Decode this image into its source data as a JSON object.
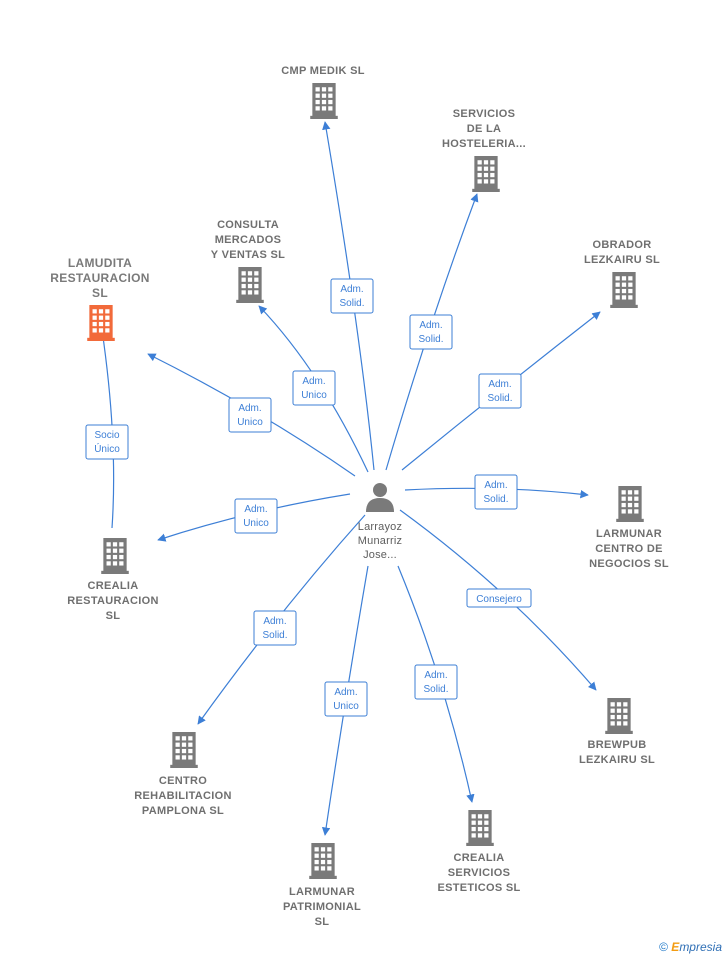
{
  "center": {
    "label_lines": [
      "Larrayoz",
      "Munarriz",
      "Jose..."
    ]
  },
  "companies": [
    {
      "id": "cmp",
      "label_lines": [
        "CMP MEDIK  SL"
      ]
    },
    {
      "id": "servicios",
      "label_lines": [
        "SERVICIOS",
        "DE LA",
        "HOSTELERIA..."
      ]
    },
    {
      "id": "consulta",
      "label_lines": [
        "CONSULTA",
        "MERCADOS",
        "Y VENTAS  SL"
      ]
    },
    {
      "id": "lamudita",
      "label_lines": [
        "LAMUDITA",
        "RESTAURACION",
        "SL"
      ],
      "highlight": true
    },
    {
      "id": "obrador",
      "label_lines": [
        "OBRADOR",
        "LEZKAIRU  SL"
      ]
    },
    {
      "id": "larmunar_cn",
      "label_lines": [
        "LARMUNAR",
        "CENTRO DE",
        "NEGOCIOS  SL"
      ]
    },
    {
      "id": "crealia_r",
      "label_lines": [
        "CREALIA",
        "RESTAURACION",
        "SL"
      ]
    },
    {
      "id": "brewpub",
      "label_lines": [
        "BREWPUB",
        "LEZKAIRU  SL"
      ]
    },
    {
      "id": "centro",
      "label_lines": [
        "CENTRO",
        "REHABILITACION",
        "PAMPLONA  SL"
      ]
    },
    {
      "id": "crealia_s",
      "label_lines": [
        "CREALIA",
        "SERVICIOS",
        "ESTETICOS  SL"
      ]
    },
    {
      "id": "larmunar_p",
      "label_lines": [
        "LARMUNAR",
        "PATRIMONIAL",
        "SL"
      ]
    }
  ],
  "edges": [
    {
      "id": "e-cmp",
      "label_lines": [
        "Adm.",
        "Solid."
      ]
    },
    {
      "id": "e-servicios",
      "label_lines": [
        "Adm.",
        "Solid."
      ]
    },
    {
      "id": "e-consulta",
      "label_lines": [
        "Adm.",
        "Unico"
      ]
    },
    {
      "id": "e-lamudita",
      "label_lines": [
        "Adm.",
        "Unico"
      ]
    },
    {
      "id": "e-obrador",
      "label_lines": [
        "Adm.",
        "Solid."
      ]
    },
    {
      "id": "e-larmunar-cn",
      "label_lines": [
        "Adm.",
        "Solid."
      ]
    },
    {
      "id": "e-crealia-r",
      "label_lines": [
        "Adm.",
        "Unico"
      ]
    },
    {
      "id": "e-brewpub",
      "label_lines": [
        "Consejero"
      ]
    },
    {
      "id": "e-centro",
      "label_lines": [
        "Adm.",
        "Solid."
      ]
    },
    {
      "id": "e-crealia-s",
      "label_lines": [
        "Adm.",
        "Solid."
      ]
    },
    {
      "id": "e-larmunar-p",
      "label_lines": [
        "Adm.",
        "Unico"
      ]
    },
    {
      "id": "e-socio",
      "label_lines": [
        "Socio",
        "Único"
      ]
    }
  ],
  "colors": {
    "edge": "#3d7fd6",
    "building": "#7a7a7a",
    "highlight": "#f26a3a",
    "person": "#7a7a7a"
  },
  "footer": {
    "copyright_symbol": "©",
    "brand_first": "E",
    "brand_rest": "mpresia"
  }
}
